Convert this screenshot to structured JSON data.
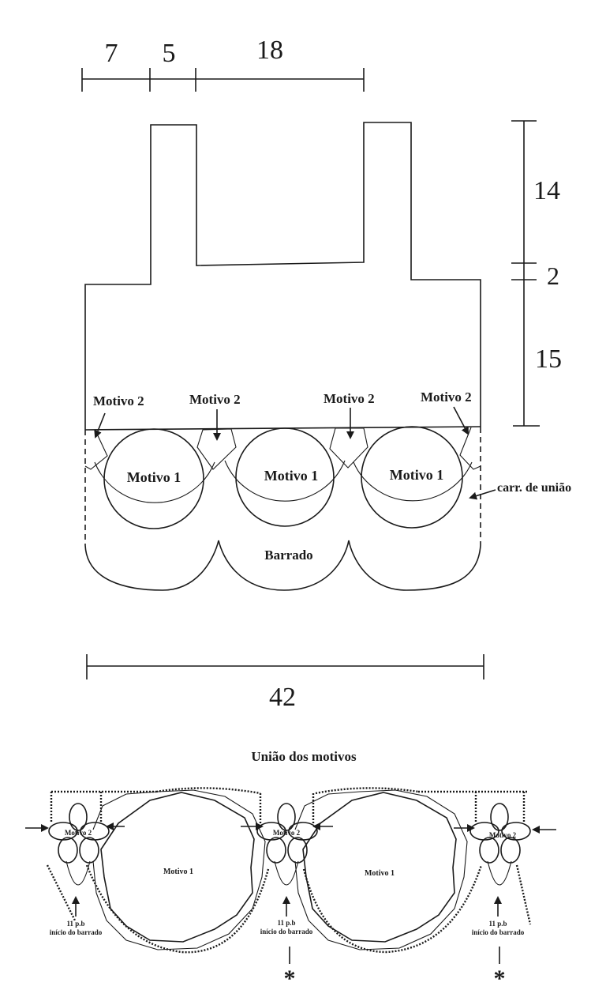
{
  "top_dimensions": [
    "7",
    "5",
    "18"
  ],
  "right_dimensions": [
    "14",
    "2",
    "15"
  ],
  "bottom_dimension": "42",
  "motif2_label": "Motivo 2",
  "motif1_label": "Motivo 1",
  "join_chain_label": "carr. de união",
  "border_label": "Barrado",
  "detail": {
    "title": "União dos motivos",
    "motif2_label": "Motivo 2",
    "motif1_label": "Motivo 1",
    "start_label_line1": "11 p.b",
    "start_label_line2": "início do barrado",
    "asterisk": "*"
  }
}
